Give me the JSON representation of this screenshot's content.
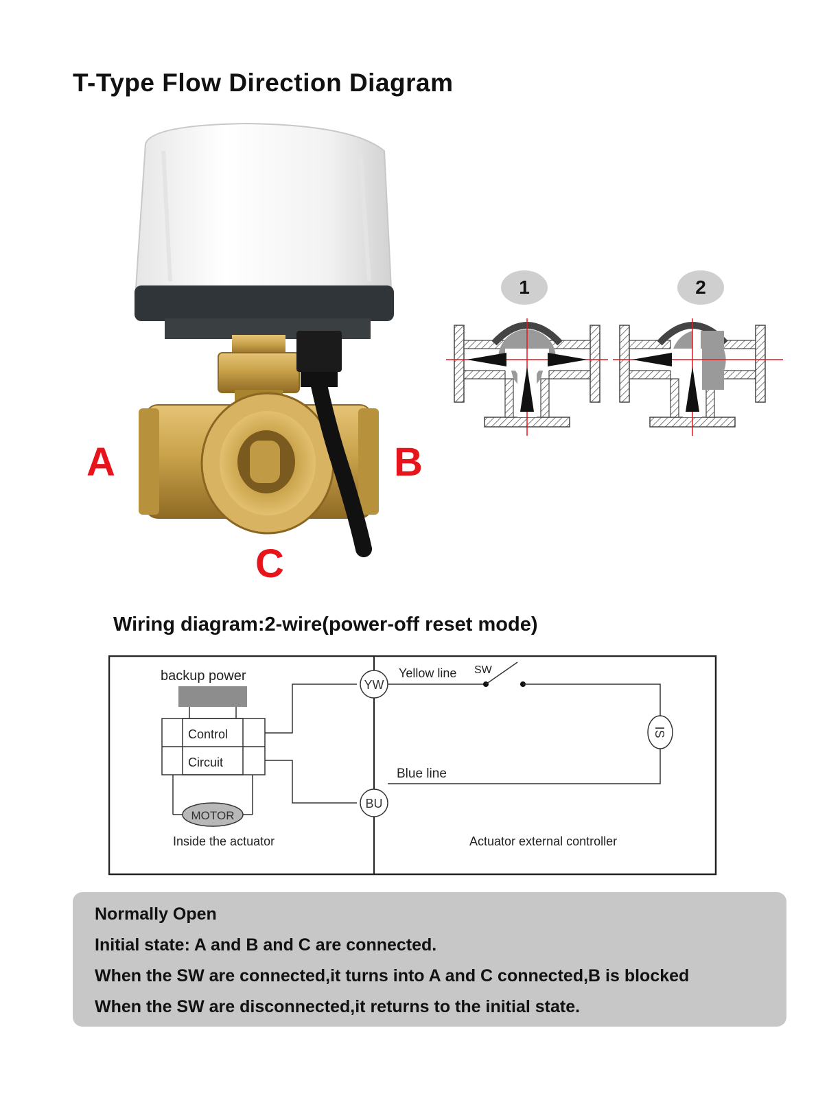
{
  "title": "T-Type Flow Direction Diagram",
  "ports": {
    "a": "A",
    "b": "B",
    "c": "C"
  },
  "states": [
    "1",
    "2"
  ],
  "wiring": {
    "title": "Wiring diagram:2-wire(power-off reset mode)",
    "backup_power": "backup power",
    "control": "Control",
    "circuit": "Circuit",
    "motor": "MOTOR",
    "yw": "YW",
    "bu": "BU",
    "yellow_line": "Yellow line",
    "sw": "SW",
    "blue_line": "Blue line",
    "is": "IS",
    "inside": "Inside the actuator",
    "external": "Actuator external controller"
  },
  "notes": [
    "Normally Open",
    "Initial state: A and B and C are connected.",
    "When the SW are connected,it turns into A and C connected,B is blocked",
    "When the SW are disconnected,it returns to the initial state."
  ],
  "colors": {
    "port_label": "#e8141b",
    "brass": "#c9a24a",
    "note_bg": "#c7c7c8",
    "flow_line": "#e8141b"
  }
}
